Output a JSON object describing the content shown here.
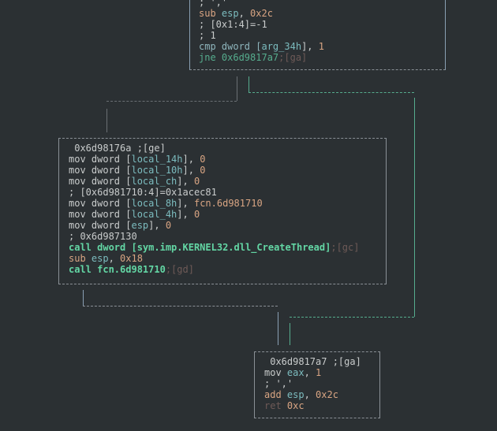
{
  "top_block": {
    "lines": [
      {
        "parts": [
          "; ','"
        ]
      },
      {
        "parts": [
          "sub",
          " esp",
          ", ",
          "0x2c"
        ]
      },
      {
        "parts": [
          "; [0x1:4]=-1"
        ]
      },
      {
        "parts": [
          "; 1"
        ]
      },
      {
        "parts": [
          "cmp dword [",
          "arg_34h",
          "], ",
          "1"
        ]
      },
      {
        "parts": [
          "jne 0x6d9817a7",
          ";[ga]"
        ]
      }
    ]
  },
  "middle_block": {
    "header": " 0x6d98176a ;[ge]",
    "lines": [
      {
        "parts": [
          "mov dword [",
          "local_14h",
          "], ",
          "0"
        ]
      },
      {
        "parts": [
          "mov dword [",
          "local_10h",
          "], ",
          "0"
        ]
      },
      {
        "parts": [
          "mov dword [",
          "local_ch",
          "], ",
          "0"
        ]
      },
      {
        "parts": [
          "; [0x6d981710:4]=0x1acec81"
        ]
      },
      {
        "parts": [
          "mov dword [",
          "local_8h",
          "], ",
          "fcn.6d981710"
        ]
      },
      {
        "parts": [
          "mov dword [",
          "local_4h",
          "], ",
          "0"
        ]
      },
      {
        "parts": [
          "mov dword [",
          "esp",
          "], ",
          "0"
        ]
      },
      {
        "parts": [
          "; 0x6d987130"
        ]
      },
      {
        "parts": [
          "call dword [sym.imp.KERNEL32.dll_CreateThread]",
          ";[gc]"
        ]
      },
      {
        "parts": [
          "sub",
          " esp",
          ", ",
          "0x18"
        ]
      },
      {
        "parts": [
          "call fcn.6d981710",
          ";[gd]"
        ]
      }
    ]
  },
  "bottom_block": {
    "header": " 0x6d9817a7 ;[ga]",
    "lines": [
      {
        "parts": [
          "mov",
          " eax",
          ", ",
          "1"
        ]
      },
      {
        "parts": [
          "; ','"
        ]
      },
      {
        "parts": [
          "add",
          " esp",
          ", ",
          "0x2c"
        ]
      },
      {
        "parts": [
          "ret",
          " 0xc"
        ]
      }
    ]
  },
  "colors": {
    "background": "#2b3033",
    "true_edge": "#56ad8e",
    "false_edge": "#8a9096",
    "jump_edge": "#8aa0b4"
  }
}
